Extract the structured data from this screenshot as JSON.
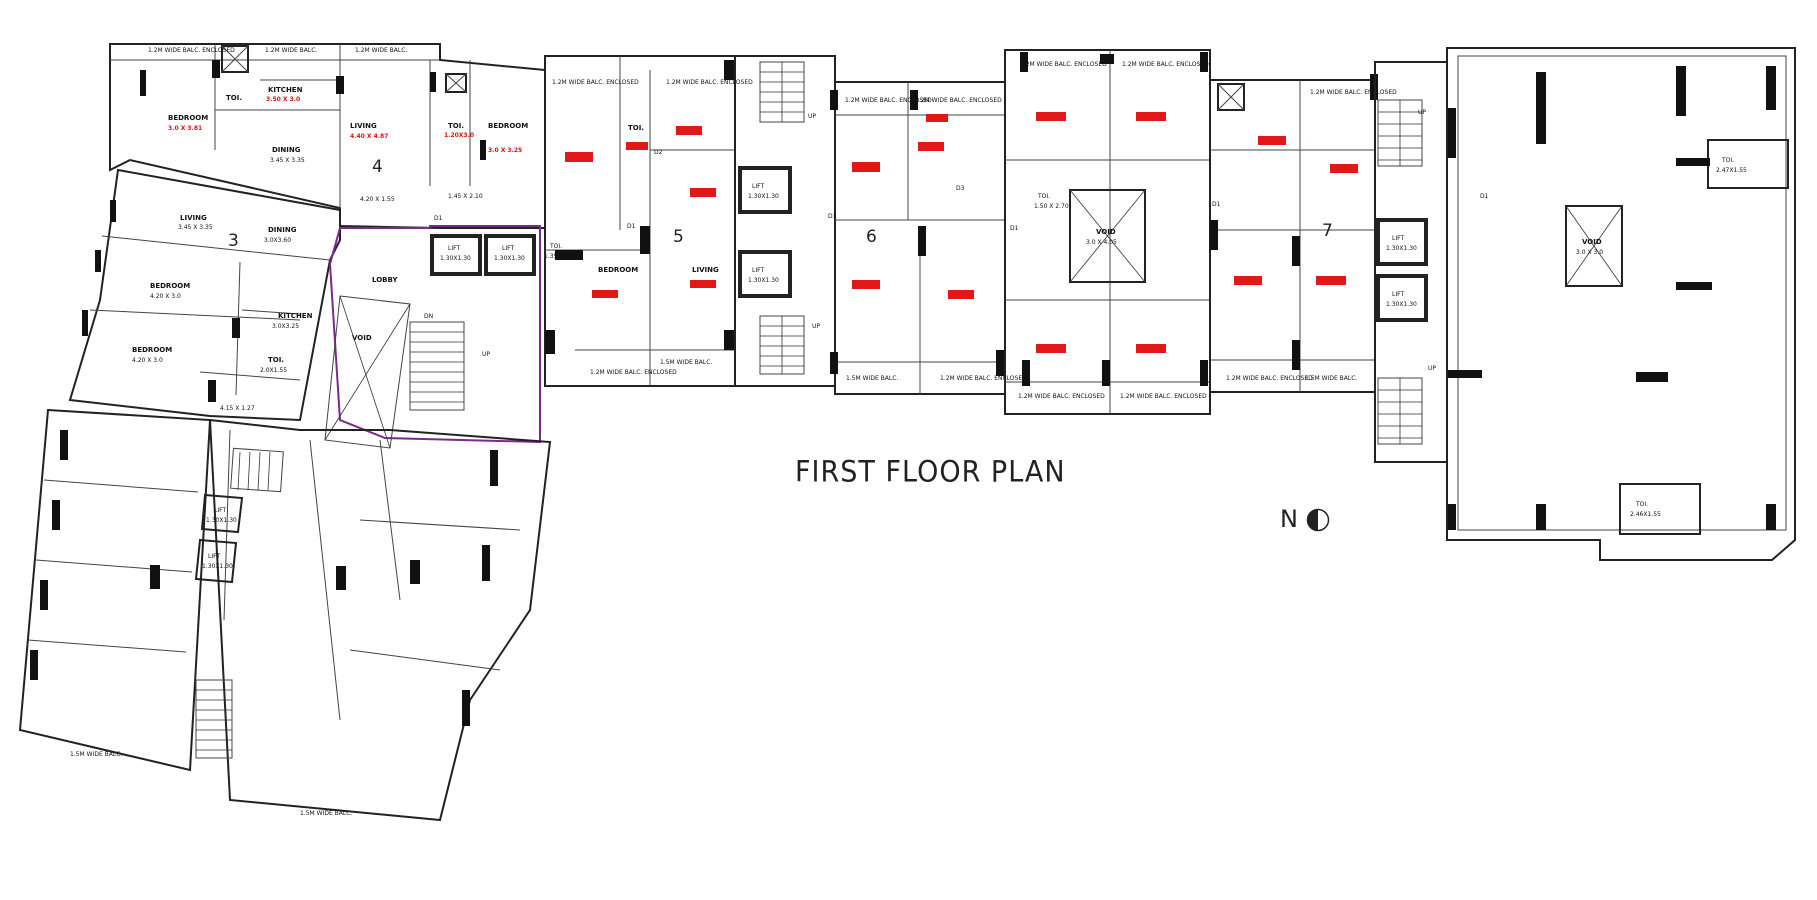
{
  "title": "FIRST FLOOR PLAN",
  "north": {
    "letter": "N",
    "icon": "north-arrow-icon"
  },
  "units": [
    "3",
    "4",
    "5",
    "6",
    "7"
  ],
  "labels": {
    "balc_12_enclosed": "1.2M WIDE BALC. ENCLOSED",
    "balc_12": "1.2M WIDE BALC.",
    "balc_15": "1.5M WIDE BALC.",
    "bedroom": "BEDROOM",
    "kitchen": "KITCHEN",
    "living": "LIVING",
    "dining": "DINING",
    "toilet": "TOI.",
    "lobby": "LOBBY",
    "lift": "LIFT",
    "void": "VOID",
    "up": "UP",
    "dn": "DN",
    "d1": "D1",
    "d2": "D2",
    "d3": "D3"
  },
  "dims": {
    "u4_bedroom": "3.0 X 3.81",
    "u4_kitchen": "3.50 X 3.0",
    "u4_living": "4.40 X 4.87",
    "u4_toilet": "1.20X3.0",
    "u4_bedroom2": "3.0 X 3.25",
    "u4_dining": "3.45 X 3.35",
    "u4_passage": "4.20 X 1.55",
    "u4_toi2": "1.45 X 2.10",
    "u3_living": "3.45 X 3.35",
    "u3_dining": "3.0X3.60",
    "u3_bedroom": "4.20 X 3.0",
    "u3_kitchen": "3.0X3.25",
    "u3_bedroom2": "4.20 X 3.0",
    "u3_toi": "2.0X1.55",
    "u3_passage": "4.15 X 1.27",
    "lift_a": "1.30X1.30",
    "lift_b": "1.30X1.30",
    "toi_lobby": "1.35 x 4.05",
    "void_center": "3.0 X 4.05",
    "void_right": "3.0 X 3.0",
    "toi_150": "1.50 X 2.70",
    "toi_right": "2.47X1.55",
    "toi_right2": "2.46X1.55"
  }
}
